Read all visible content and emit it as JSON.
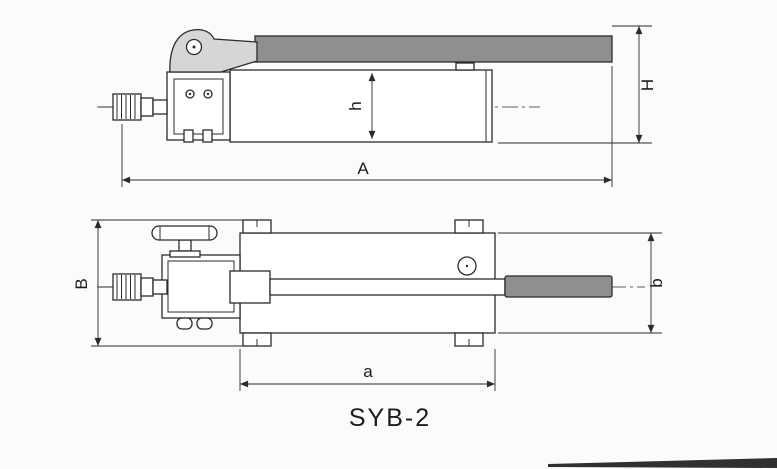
{
  "drawing": {
    "title": "SYB-2",
    "side_view": {
      "overall_length_label": "A",
      "overall_height_label": "H",
      "body_height_label": "h"
    },
    "plan_view": {
      "overall_width_label": "B",
      "base_length_label": "a",
      "body_width_label": "b"
    }
  }
}
